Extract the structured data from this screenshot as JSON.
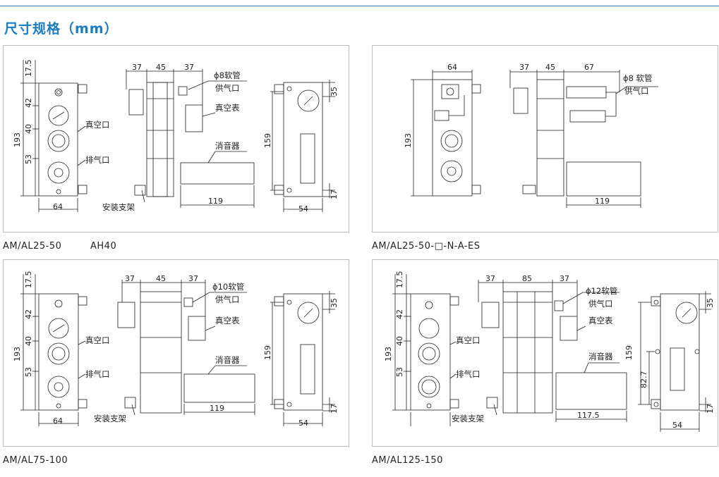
{
  "page": {
    "title": "尺寸规格（mm）",
    "accent": "#1a7dc4"
  },
  "panels": [
    {
      "id": "p1",
      "caption": "AM/AL25-50",
      "caption2": "AH40",
      "dims": {
        "d17_5": "17.5",
        "d42": "42",
        "d40": "40",
        "d53": "53",
        "d193": "193",
        "d64": "64",
        "top37a": "37",
        "top45": "45",
        "top37b": "37",
        "d159": "159",
        "d35": "35",
        "d17": "17",
        "d54": "54",
        "d119": "119"
      },
      "labels": {
        "vacuum_port": "真空口",
        "exhaust_port": "排气口",
        "hose": "ϕ8软管",
        "supply": "供气口",
        "gauge": "真空表",
        "muffler": "消音器",
        "bracket": "安装支架"
      }
    },
    {
      "id": "p2",
      "caption": "AM/AL25-50-□-N-A-ES",
      "dims": {
        "d64": "64",
        "d193": "193",
        "top37": "37",
        "top45": "45",
        "top67": "67",
        "d119": "119"
      },
      "labels": {
        "hose": "ϕ8 软管",
        "supply": "供气口"
      }
    },
    {
      "id": "p3",
      "caption": "AM/AL75-100",
      "dims": {
        "d17_5": "17.5",
        "d42": "42",
        "d40": "40",
        "d53": "53",
        "d193": "193",
        "d64": "64",
        "top37a": "37",
        "top45": "45",
        "top37b": "37",
        "d159": "159",
        "d35": "35",
        "d17": "17",
        "d54": "54",
        "d119": "119"
      },
      "labels": {
        "vacuum_port": "真空口",
        "exhaust_port": "排气口",
        "hose": "ϕ10软管",
        "supply": "供气口",
        "gauge": "真空表",
        "muffler": "消音器",
        "bracket": "安装支架"
      }
    },
    {
      "id": "p4",
      "caption": "AM/AL125-150",
      "dims": {
        "d17_5": "17.5",
        "d42": "42",
        "d40": "40",
        "d53": "53",
        "d193": "193",
        "top37a": "37",
        "top85": "85",
        "top37b": "37",
        "d159": "159",
        "d82_7": "82.7",
        "d35": "35",
        "d17": "17",
        "d54": "54",
        "d117_5": "117.5"
      },
      "labels": {
        "vacuum_port": "真空口",
        "exhaust_port": "排气口",
        "hose": "ϕ12软管",
        "supply": "供气口",
        "gauge": "真空表",
        "muffler": "消音器",
        "bracket": "安装支架"
      }
    }
  ]
}
